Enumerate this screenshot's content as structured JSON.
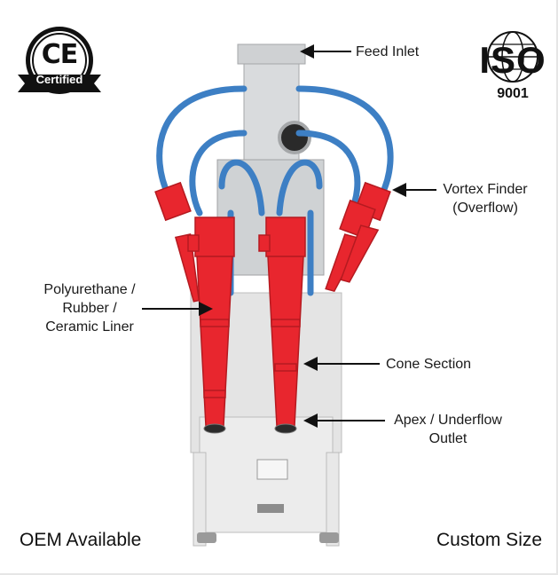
{
  "badges": {
    "ce_mark": "CE",
    "ce_word": "Certified",
    "iso_mark": "ISO",
    "iso_number": "9001"
  },
  "labels": {
    "feed_inlet": "Feed Inlet",
    "vortex_finder_line1": "Vortex Finder",
    "vortex_finder_line2": "(Overflow)",
    "liner_line1": "Polyurethane /",
    "liner_line2": "Rubber /",
    "liner_line3": "Ceramic Liner",
    "cone_section": "Cone Section",
    "apex_line1": "Apex / Underflow",
    "apex_line2": "Outlet"
  },
  "footer": {
    "left": "OEM Available",
    "right": "Custom Size"
  },
  "colors": {
    "cyclone_red": "#e8262e",
    "hose_blue": "#3d7fc4",
    "frame_white": "#ececec",
    "steel": "#d6d8da"
  }
}
